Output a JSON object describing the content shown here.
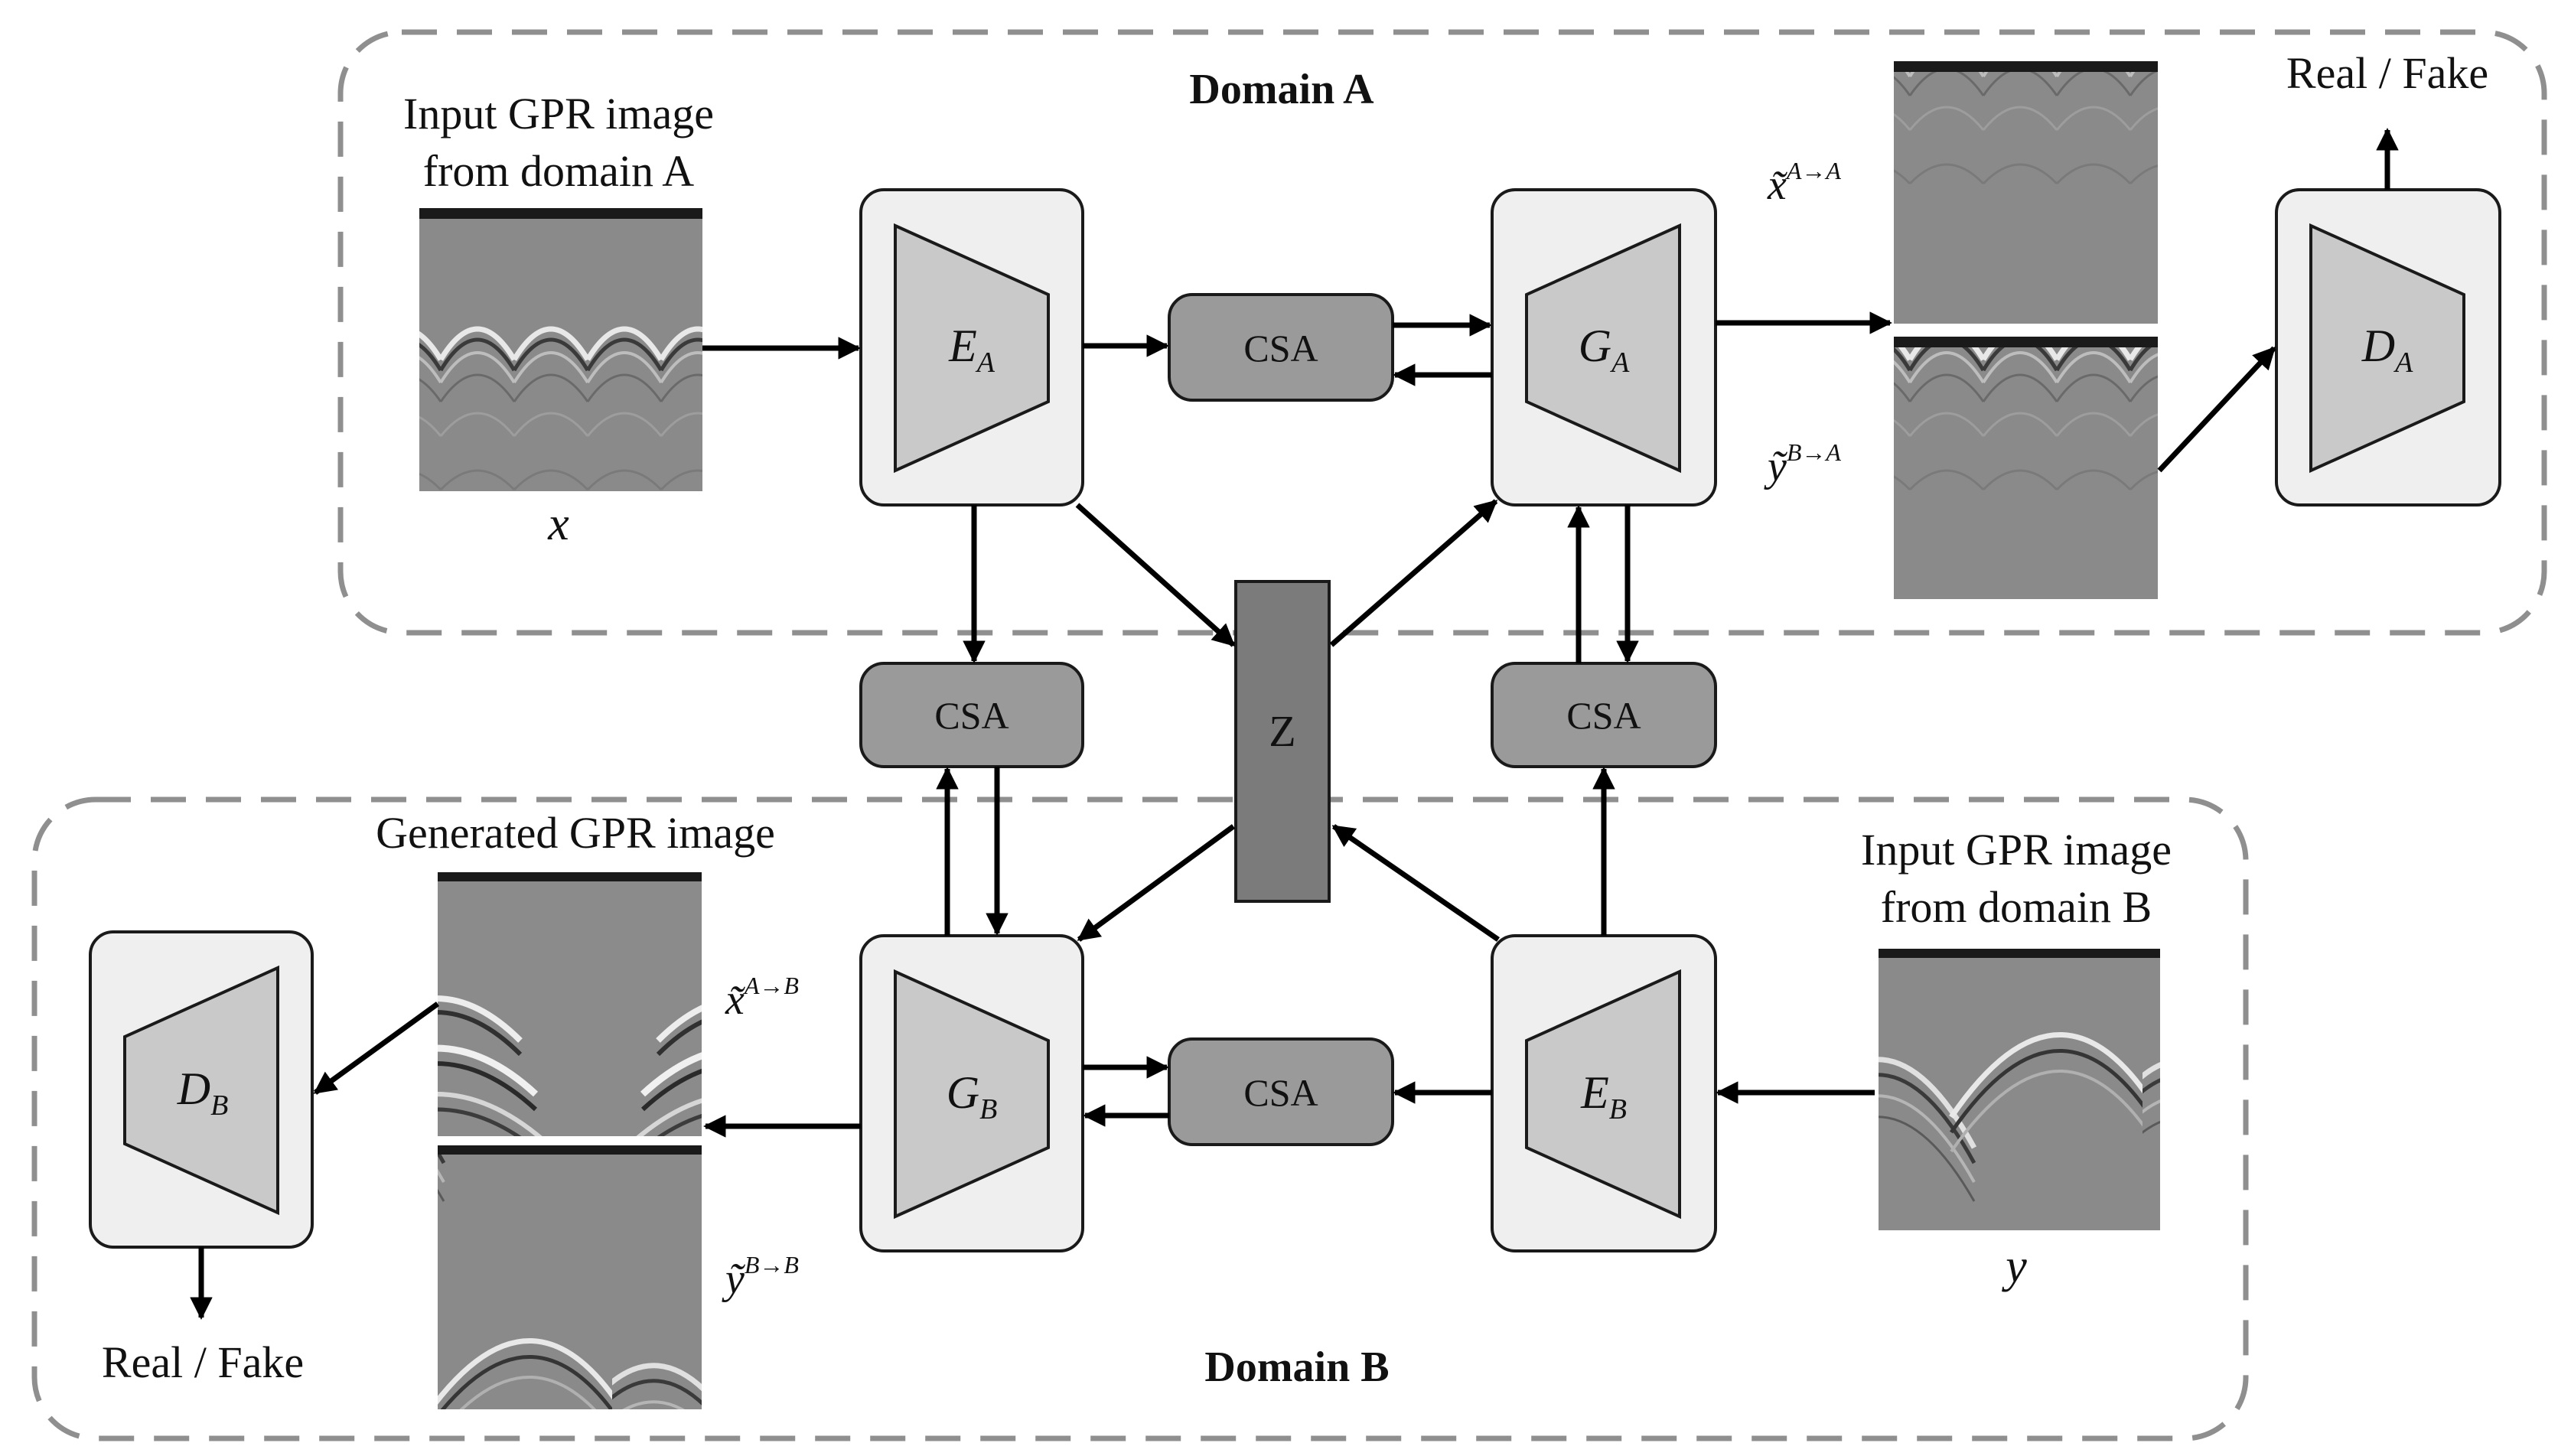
{
  "regions": {
    "domain_a": "Domain A",
    "domain_b": "Domain B"
  },
  "labels": {
    "input_a_line1": "Input GPR image",
    "input_a_line2": "from domain A",
    "input_a_var": "x",
    "input_b_line1": "Input GPR image",
    "input_b_line2": "from domain B",
    "input_b_var": "y",
    "generated": "Generated GPR image",
    "real_fake_a": "Real / Fake",
    "real_fake_b": "Real / Fake"
  },
  "blocks": {
    "encoder_a": {
      "main": "E",
      "sub": "A"
    },
    "generator_a": {
      "main": "G",
      "sub": "A"
    },
    "discriminator_a": {
      "main": "D",
      "sub": "A"
    },
    "encoder_b": {
      "main": "E",
      "sub": "B"
    },
    "generator_b": {
      "main": "G",
      "sub": "B"
    },
    "discriminator_b": {
      "main": "D",
      "sub": "B"
    },
    "csa": "CSA",
    "latent": "Z"
  },
  "outputs": {
    "x_a_a": {
      "main": "x̃",
      "sup": "A→A"
    },
    "y_b_a": {
      "main": "ỹ",
      "sup": "B→A"
    },
    "x_a_b": {
      "main": "x̃",
      "sup": "A→B"
    },
    "y_b_b": {
      "main": "ỹ",
      "sup": "B→B"
    }
  },
  "colors": {
    "block_fill": "#efefef",
    "trapezoid_fill": "#c9c9c9",
    "csa_fill": "#9a9a9a",
    "latent_fill": "#7b7b7b",
    "region_stroke": "#8f8f8f"
  }
}
